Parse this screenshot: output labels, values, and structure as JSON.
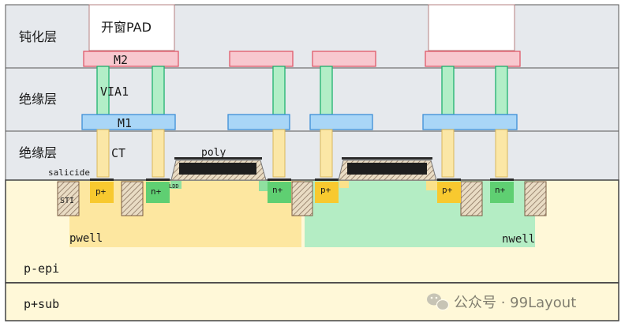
{
  "layers": {
    "passivation": "钝化层",
    "insulator_top": "绝缘层",
    "insulator_bottom": "绝缘层",
    "epi": "p-epi",
    "substrate": "p+sub"
  },
  "labels": {
    "pad_opening": "开窗PAD",
    "m2": "M2",
    "via1": "VIA1",
    "m1": "M1",
    "ct": "CT",
    "poly": "poly",
    "salicide": "salicide",
    "sti": "STI",
    "ldd": "LDD",
    "pwell": "pwell",
    "nwell": "nwell",
    "pplus": "p+",
    "nplus": "n+"
  },
  "watermark": {
    "text": "公众号 · 99Layout"
  },
  "colors": {
    "oxide": "#e6e9ed",
    "m2": "#f8c8cf",
    "m2_stroke": "#e05a6a",
    "m1": "#a9d6f7",
    "m1_stroke": "#3d8ed6",
    "via": "#b2eec7",
    "via_stroke": "#1fb26f",
    "ct": "#fbe7a6",
    "substrate": "#fff8d8",
    "pwell": "#fde7a0",
    "nwell": "#b4edc4",
    "pplus": "#f8c92f",
    "nplus": "#5fcf72",
    "poly": "#1e1e1e"
  }
}
